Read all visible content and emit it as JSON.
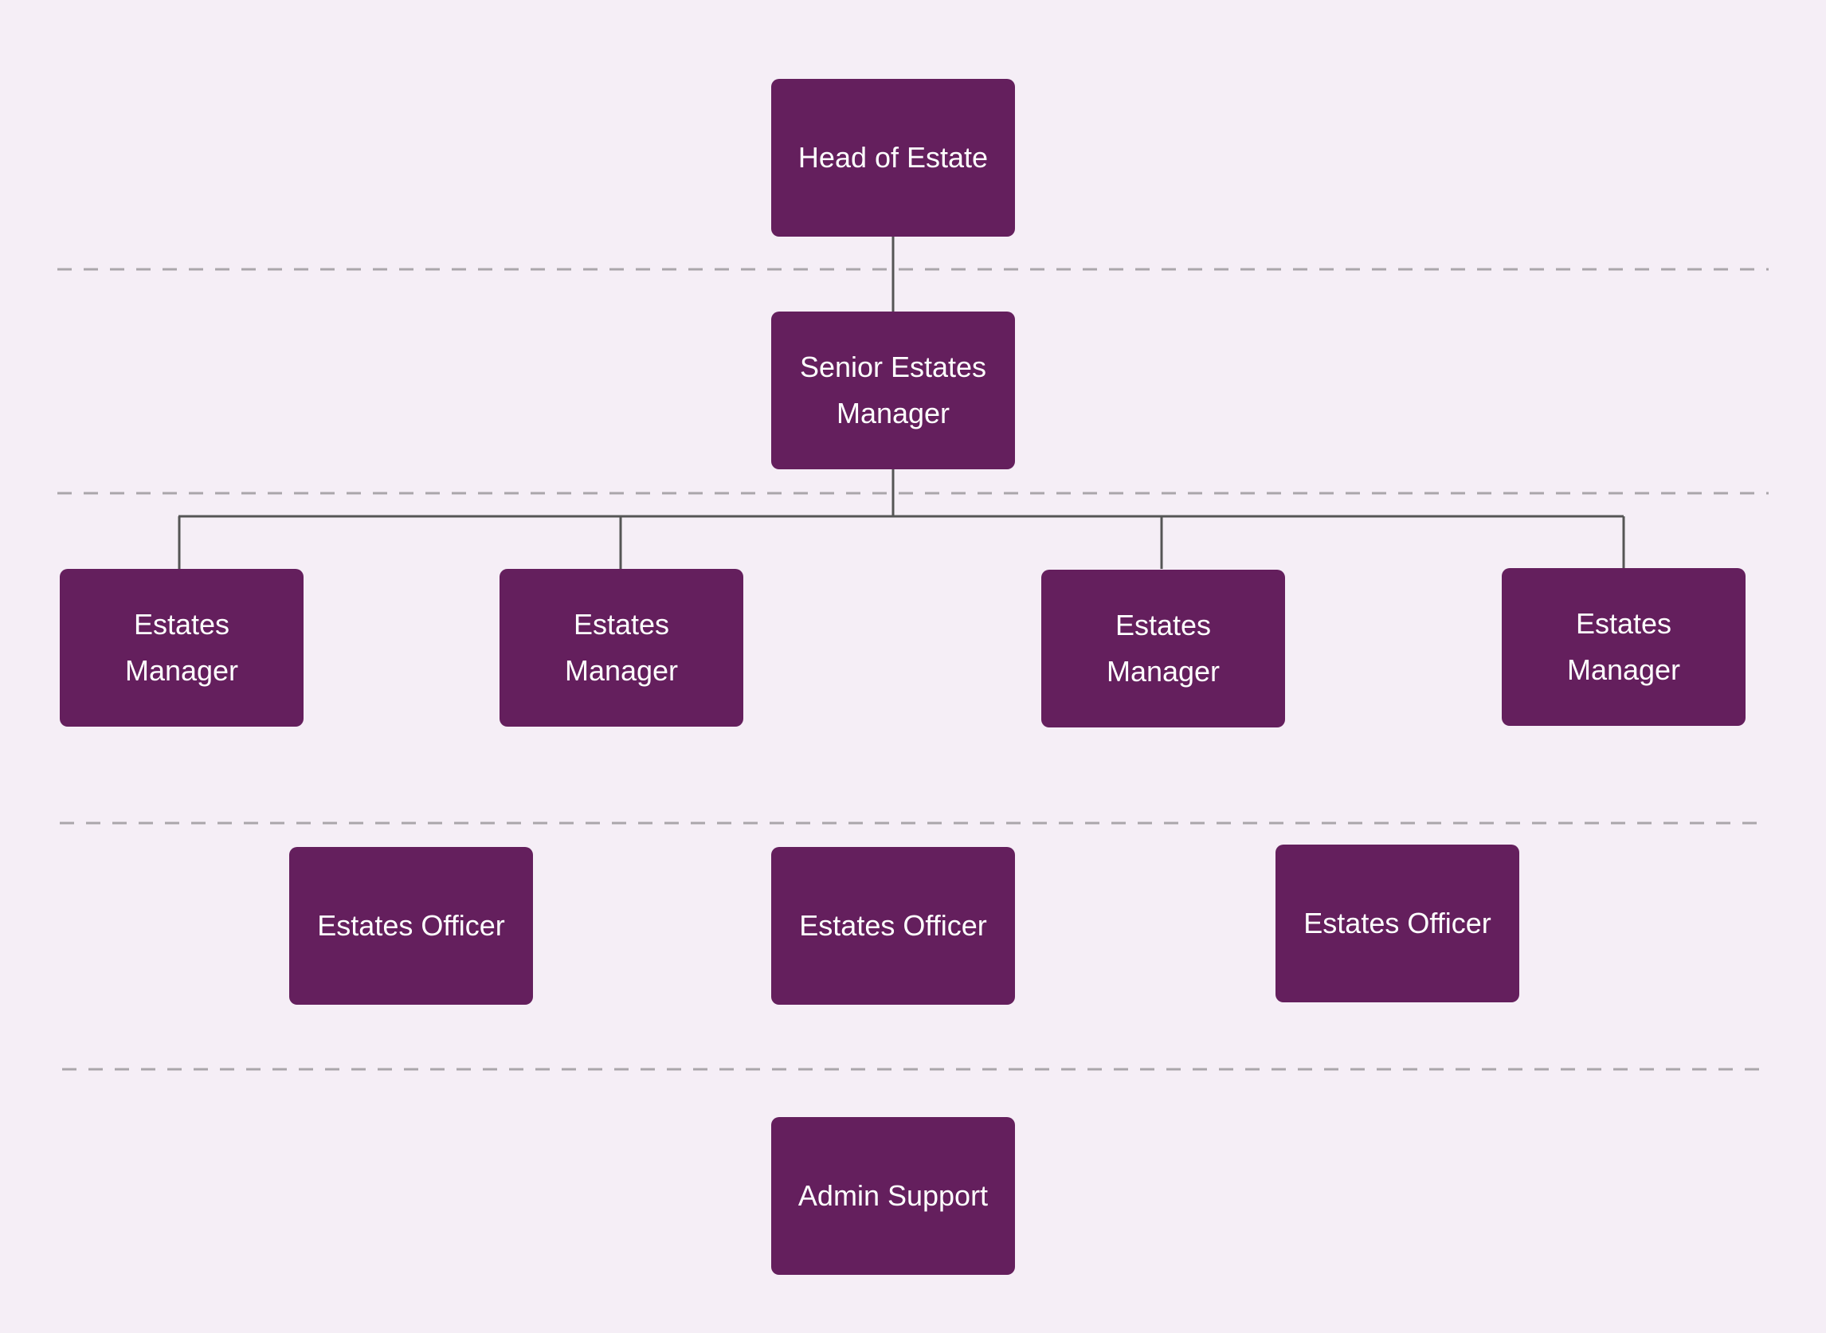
{
  "diagram": {
    "type": "org-chart",
    "colors": {
      "background": "#f5eef6",
      "node_fill": "#641f5d",
      "node_text": "#ffffff",
      "connector": "#555555",
      "level_divider": "#aaa6ab"
    },
    "nodes": {
      "head_of_estate": "Head of Estate",
      "senior_estates_manager": "Senior Estates Manager",
      "estates_manager_1": "Estates Manager",
      "estates_manager_2": "Estates Manager",
      "estates_manager_3": "Estates Manager",
      "estates_manager_4": "Estates Manager",
      "estates_officer_1": "Estates Officer",
      "estates_officer_2": "Estates Officer",
      "estates_officer_3": "Estates Officer",
      "admin_support": "Admin Support"
    },
    "edges": [
      [
        "head_of_estate",
        "senior_estates_manager"
      ],
      [
        "senior_estates_manager",
        "estates_manager_1"
      ],
      [
        "senior_estates_manager",
        "estates_manager_2"
      ],
      [
        "senior_estates_manager",
        "estates_manager_3"
      ],
      [
        "senior_estates_manager",
        "estates_manager_4"
      ]
    ]
  }
}
